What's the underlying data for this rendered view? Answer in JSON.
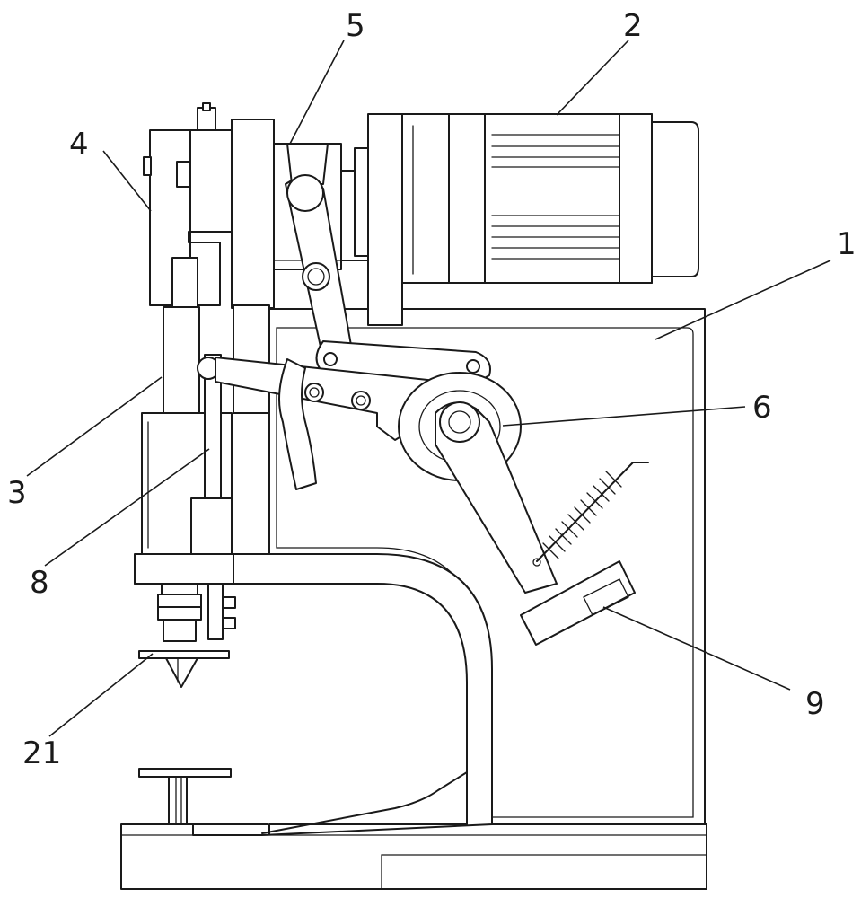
{
  "callouts": [
    {
      "id": "1",
      "label": "1"
    },
    {
      "id": "2",
      "label": "2"
    },
    {
      "id": "3",
      "label": "3"
    },
    {
      "id": "4",
      "label": "4"
    },
    {
      "id": "5",
      "label": "5"
    },
    {
      "id": "6",
      "label": "6"
    },
    {
      "id": "8",
      "label": "8"
    },
    {
      "id": "9",
      "label": "9"
    },
    {
      "id": "21",
      "label": "21"
    }
  ]
}
